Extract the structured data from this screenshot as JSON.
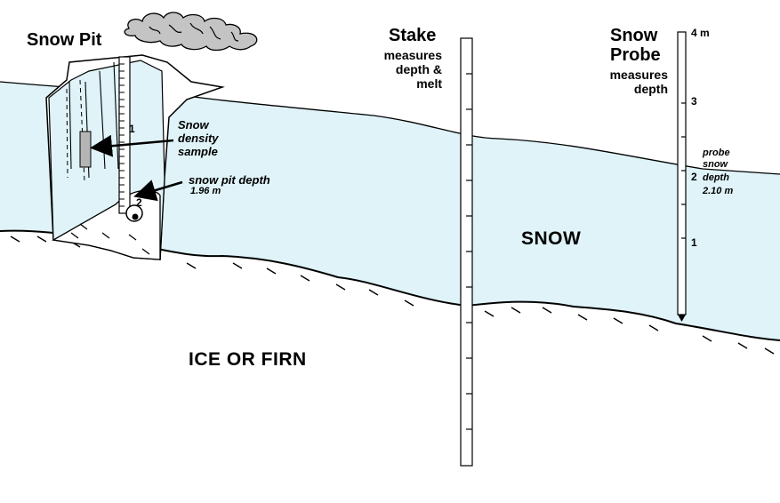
{
  "snow_pit": {
    "title": "Snow Pit",
    "density_label_lines": [
      "Snow",
      "density",
      "sample"
    ],
    "depth_label": "snow pit depth",
    "depth_value": "1.96 m",
    "scale_marks": [
      "1",
      "2"
    ]
  },
  "stake": {
    "title": "Stake",
    "subtitle_lines": [
      "measures",
      "depth &",
      "melt"
    ]
  },
  "probe": {
    "title_lines": [
      "Snow",
      "Probe"
    ],
    "subtitle_lines": [
      "measures",
      "depth"
    ],
    "top_mark": "4 m",
    "marks": [
      "3",
      "2",
      "1"
    ],
    "depth_label_lines": [
      "probe",
      "snow",
      "depth"
    ],
    "depth_value": "2.10 m"
  },
  "layers": {
    "snow": "SNOW",
    "base": "ICE OR FIRN"
  },
  "colors": {
    "snow_fill": "#dff3f8",
    "line": "#000000",
    "density_sample": "#b5b5b5",
    "cloud": "#c4c4c4"
  }
}
